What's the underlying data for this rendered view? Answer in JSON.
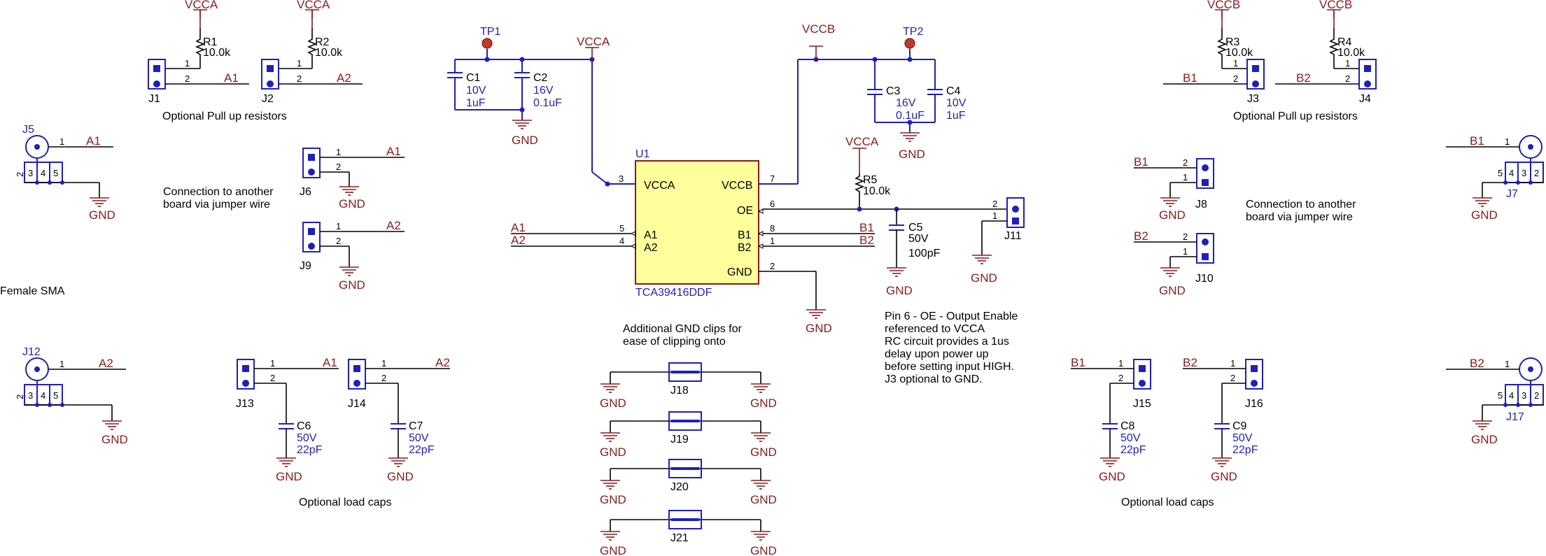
{
  "nets": {
    "vcca": "VCCA",
    "vccb": "VCCB",
    "gnd": "GND",
    "a1": "A1",
    "a2": "A2",
    "b1": "B1",
    "b2": "B2",
    "oe": "OE"
  },
  "refs": {
    "j1": "J1",
    "j2": "J2",
    "j3": "J3",
    "j4": "J4",
    "j5": "J5",
    "j6": "J6",
    "j7": "J7",
    "j8": "J8",
    "j9": "J9",
    "j10": "J10",
    "j11": "J11",
    "j12": "J12",
    "j13": "J13",
    "j14": "J14",
    "j15": "J15",
    "j16": "J16",
    "j17": "J17",
    "j18": "J18",
    "j19": "J19",
    "j20": "J20",
    "j21": "J21",
    "r1": "R1",
    "r2": "R2",
    "r3": "R3",
    "r4": "R4",
    "r5": "R5",
    "c1": "C1",
    "c2": "C2",
    "c3": "C3",
    "c4": "C4",
    "c5": "C5",
    "c6": "C6",
    "c7": "C7",
    "c8": "C8",
    "c9": "C9",
    "u1": "U1",
    "tp1": "TP1",
    "tp2": "TP2"
  },
  "values": {
    "r10k": "10.0k",
    "v10": "10V",
    "v16": "16V",
    "v50": "50V",
    "uf1": "1uF",
    "uf01": "0.1uF",
    "pf100": "100pF",
    "pf22": "22pF"
  },
  "ic": {
    "part": "TCA39416DDF",
    "pins": {
      "vcca": "VCCA",
      "vccb": "VCCB",
      "oe": "OE",
      "a1": "A1",
      "a2": "A2",
      "b1": "B1",
      "b2": "B2",
      "gnd": "GND"
    },
    "pin_numbers": {
      "vcca": "3",
      "a1": "5",
      "a2": "4",
      "vccb": "7",
      "oe": "6",
      "b1": "8",
      "b2": "1",
      "gnd": "2"
    }
  },
  "pin_numbers": {
    "one": "1",
    "two": "2",
    "three": "3",
    "four": "4",
    "five": "5"
  },
  "notes": {
    "pullup_left": "Optional Pull up resistors",
    "pullup_right": "Optional Pull up resistors",
    "jumper_left_1": "Connection to another",
    "jumper_left_2": "board via jumper wire",
    "jumper_right_1": "Connection to another",
    "jumper_right_2": "board via jumper wire",
    "female_sma": "Female SMA",
    "gnd_clips_1": "Additional GND clips for",
    "gnd_clips_2": "ease of clipping onto",
    "oe_note_1": "Pin 6 - OE - Output Enable",
    "oe_note_2": "referenced to VCCA",
    "oe_note_3": "RC circuit provides a 1us",
    "oe_note_4": "delay upon power up",
    "oe_note_5": "before setting input HIGH.",
    "oe_note_6": "J3 optional to GND.",
    "load_caps_left": "Optional load caps",
    "load_caps_right": "Optional load caps"
  }
}
